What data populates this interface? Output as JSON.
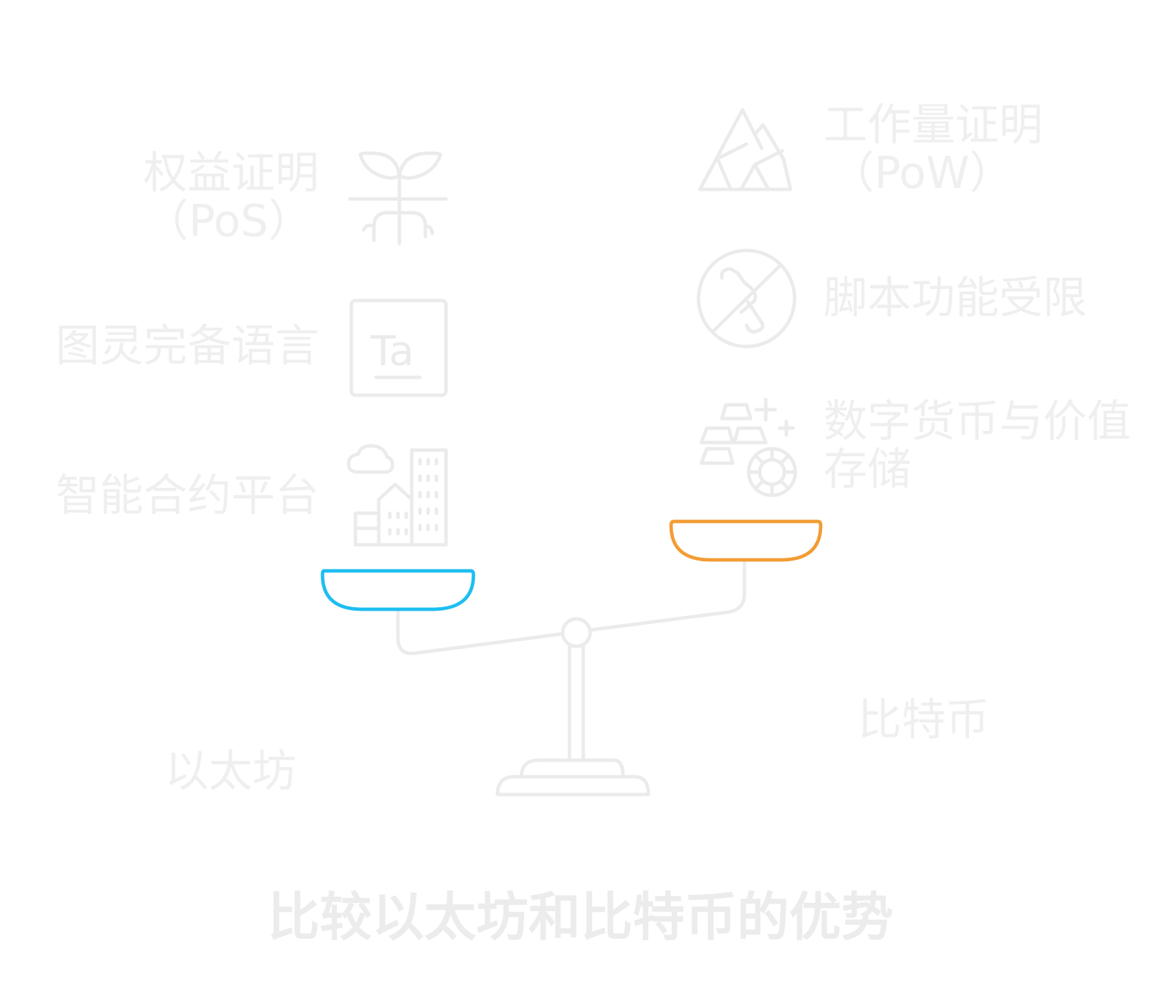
{
  "title": "比较以太坊和比特币的优势",
  "ethereum": {
    "name": "以太坊",
    "color": "#1ebef0",
    "features": [
      {
        "line1": "权益证明",
        "line2": "（PoS）",
        "icon": "sprout-icon"
      },
      {
        "line1": "图灵完备语言",
        "icon": "text-glyph-icon",
        "glyph": "Ta"
      },
      {
        "line1": "智能合约平台",
        "icon": "city-icon"
      }
    ]
  },
  "bitcoin": {
    "name": "比特币",
    "color": "#f39c34",
    "features": [
      {
        "line1": "工作量证明",
        "line2": "（PoW）",
        "icon": "mountain-mining-icon"
      },
      {
        "line1": "脚本功能受限",
        "icon": "no-script-icon"
      },
      {
        "line1": "数字货币与价值",
        "line2": "存储",
        "icon": "gold-bars-icon"
      }
    ]
  }
}
